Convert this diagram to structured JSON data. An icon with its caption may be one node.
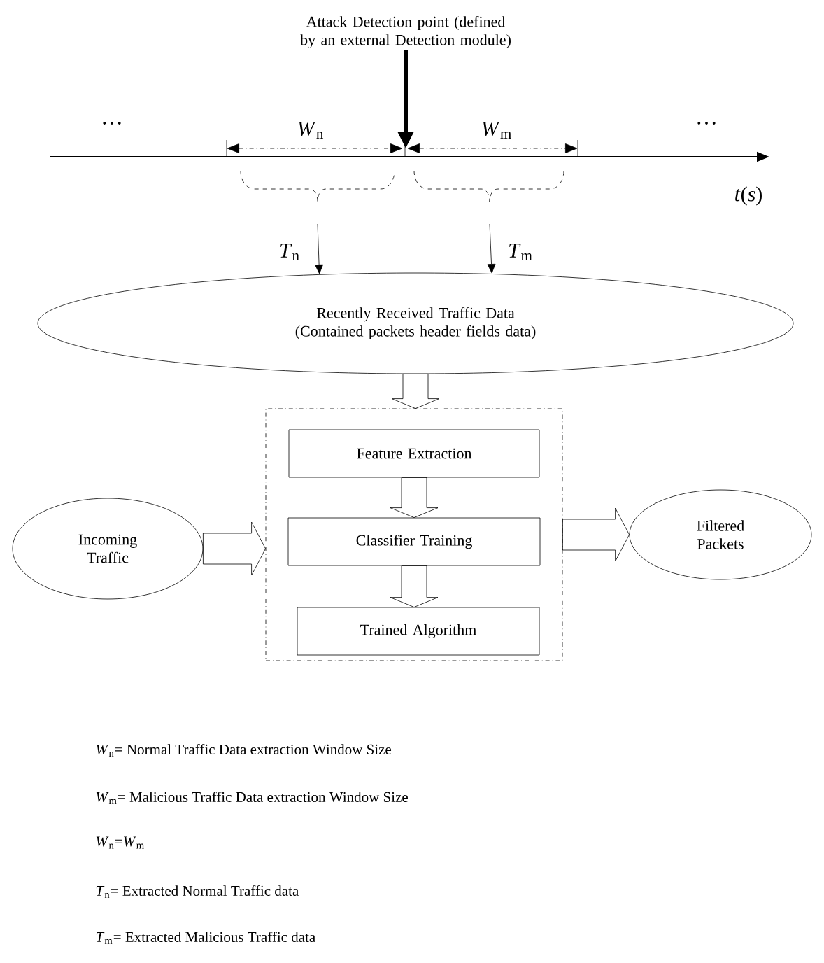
{
  "diagram": {
    "nodes": [
      {
        "text": [
          "Attack Detection point (defined by an external Detection module)"
        ]
      },
      {
        "text": [
          "Recently Received Traffic Data (Contained packets header fields data)"
        ]
      },
      {
        "text": [],
        "shape": "box"
      },
      {
        "text": [
          "Feature Extraction"
        ],
        "in": 2
      },
      {
        "text": [
          "Classifier Training"
        ],
        "in": 2
      },
      {
        "text": [
          "Trained Algorithm"
        ],
        "in": 2
      },
      {
        "text": [
          "Incoming Traffic"
        ]
      },
      {
        "text": [
          "Filtered Packets"
        ]
      }
    ],
    "edges": [
      {
        "from": 0,
        "to": null,
        "arrow": "to",
        "style": "thick"
      },
      {
        "from": null,
        "to": 1,
        "arrow": "to",
        "label": "*T*$_{n}$"
      },
      {
        "from": null,
        "to": 1,
        "arrow": "to",
        "label": "*T*$_{m}$"
      },
      {
        "from": 1,
        "to": 2,
        "arrow": "to"
      },
      {
        "from": 3,
        "to": 4,
        "arrow": "to"
      },
      {
        "from": 4,
        "to": 5,
        "arrow": "to"
      },
      {
        "from": 6,
        "to": 2,
        "arrow": "to"
      },
      {
        "from": 2,
        "to": 7,
        "arrow": "to"
      }
    ],
    "labels": [
      "…",
      "*W*$_{n}$",
      "*W*$_{m}$",
      "…",
      "*t*(*s*)",
      "*W*$_{n}$= Normal Traffic Data extraction Window Size",
      "*W*$_{m}$= Malicious Traffic Data extraction Window Size",
      "*W*$_{n}$=*W*$_{m}$",
      "*T*$_{n}$= Extracted Normal Traffic data",
      "*T*$_{m}$= Extracted Malicious Traffic data"
    ]
  }
}
